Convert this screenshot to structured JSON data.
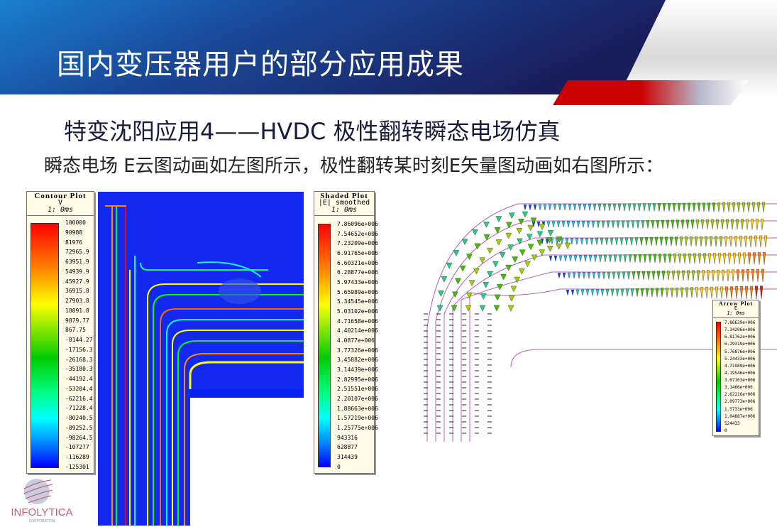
{
  "header": {
    "title": "国内变压器用户的部分应用成果",
    "colors": {
      "blue_light": "#1a6fc4",
      "navy": "#1a1d5c",
      "red": "#cc0000"
    }
  },
  "subtitle": "特变沈阳应用4——HVDC 极性翻转瞬态电场仿真",
  "description": "瞬态电场 E云图动画如左图所示，极性翻转某时刻E矢量图动画如右图所示：",
  "contour_plot": {
    "title": "Contour Plot",
    "quantity": "V",
    "time": "1: 0ms",
    "values": [
      "100000",
      "90988",
      "81976",
      "72965.9",
      "63951.9",
      "54939.9",
      "45927.9",
      "36915.8",
      "27903.8",
      "18891.8",
      "9879.77",
      "867.75",
      "-8144.27",
      "-17156.3",
      "-26168.3",
      "-35180.3",
      "-44192.4",
      "-53204.4",
      "-62216.4",
      "-71228.4",
      "-80240.5",
      "-89252.5",
      "-98264.5",
      "-107277",
      "-116289",
      "-125301"
    ]
  },
  "shaded_plot": {
    "title": "Shaded Plot",
    "quantity": "|E|",
    "mode": "smoothed",
    "time": "1: 0ms",
    "values": [
      "7.86096e+006",
      "7.54652e+006",
      "7.23209e+006",
      "6.91765e+006",
      "6.60321e+006",
      "6.28877e+006",
      "5.97433e+006",
      "5.65989e+006",
      "5.34545e+006",
      "5.03102e+006",
      "4.71658e+006",
      "4.40214e+006",
      "4.0877e+006",
      "3.77326e+006",
      "3.45882e+006",
      "3.14439e+006",
      "2.82995e+006",
      "2.51551e+006",
      "2.20107e+006",
      "1.88663e+006",
      "1.57219e+006",
      "1.25775e+006",
      "943316",
      "628877",
      "314439",
      "0"
    ]
  },
  "arrow_plot": {
    "title": "Arrow Plot",
    "quantity": "E",
    "time": "1: 0ms",
    "values": [
      "7.86639e+006",
      "7.34206e+006",
      "6.81762e+006",
      "6.29319e+006",
      "5.76876e+006",
      "5.24433e+006",
      "4.71989e+006",
      "4.19546e+006",
      "3.67103e+006",
      "3.1466e+006",
      "2.62216e+006",
      "2.09773e+006",
      "1.5733e+006",
      "1.04887e+006",
      "524433",
      "0"
    ]
  },
  "logo": {
    "name": "INFOLYTICA",
    "sub": "CORPORATION"
  }
}
